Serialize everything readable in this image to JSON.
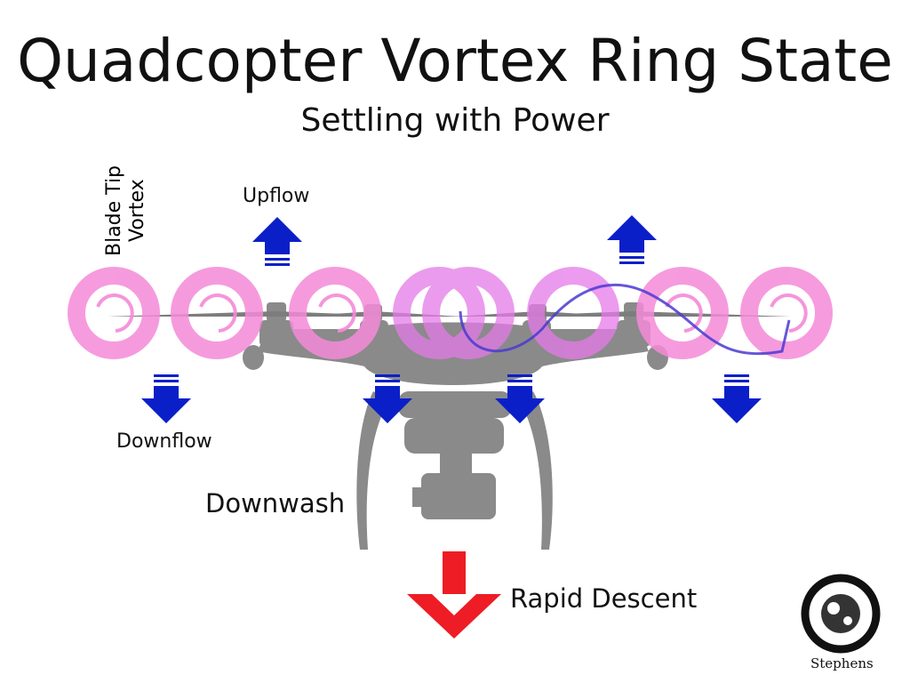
{
  "title": "Quadcopter Vortex Ring State",
  "subtitle": "Settling with Power",
  "labels": {
    "blade_tip_line1": "Blade Tip",
    "blade_tip_line2": "Vortex",
    "upflow": "Upflow",
    "downflow": "Downflow",
    "downwash": "Downwash",
    "rapid_descent": "Rapid Descent"
  },
  "logo_text": "Stephens",
  "colors": {
    "vortex_pink": "#f06fd0",
    "vortex_magenta": "#d63ee8",
    "flow_arrow_blue": "#0b1fc8",
    "descent_arrow_red": "#ee1c24",
    "drone_gray": "#8a8a8a",
    "airflow_path": "#4a3ad0"
  },
  "icons": [
    "up-arrow-icon",
    "down-arrow-icon",
    "red-down-arrow-icon",
    "vortex-ring-icon",
    "enso-logo-icon"
  ]
}
